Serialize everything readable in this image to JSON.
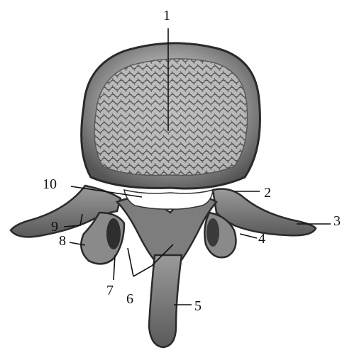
{
  "figure": {
    "labels": [
      "1",
      "2",
      "3",
      "4",
      "5",
      "6",
      "7",
      "8",
      "9",
      "10"
    ]
  },
  "colors": {
    "bone_dark": "#3d3d3d",
    "bone_mid": "#7a7a7a",
    "bone_light": "#bdbdbd",
    "background": "#ffffff",
    "text": "#111111"
  }
}
